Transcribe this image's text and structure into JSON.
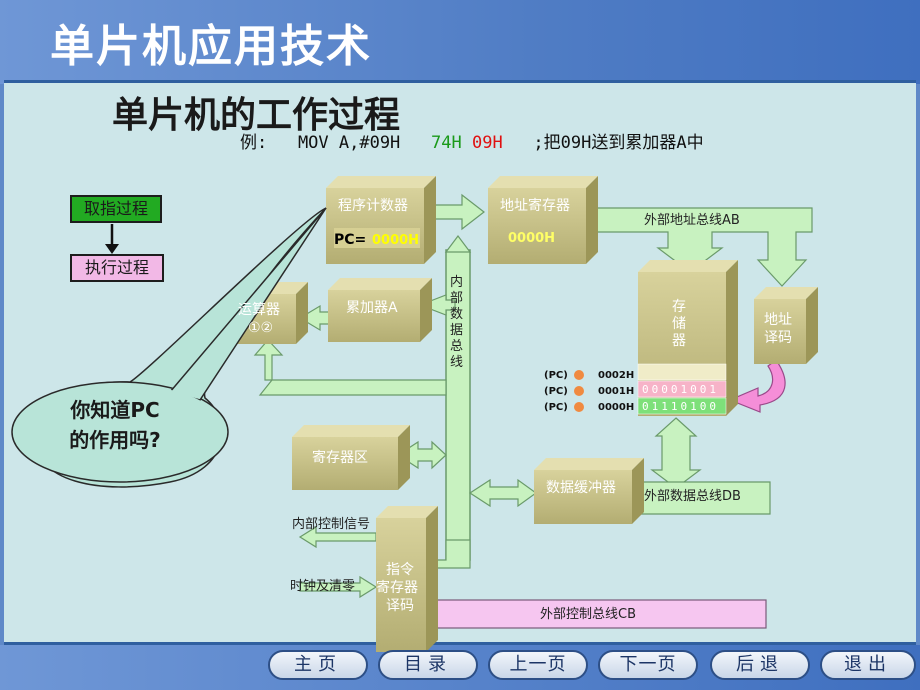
{
  "app": {
    "title": "单片机应用技术"
  },
  "slide": {
    "title": "单片机的工作过程",
    "example_prefix": "例:   MOV A,#09H   ",
    "example_op": "74H",
    "example_imm": "09H",
    "example_comment": "   ;把09H送到累加器A中"
  },
  "flow": {
    "fetch": "取指过程",
    "execute": "执行过程",
    "fetch_color": "#22aa22",
    "execute_color": "#f2b8e6"
  },
  "bubble": {
    "line1": "你知道PC",
    "line2": "的作用吗?"
  },
  "blocks": {
    "pc": "程序计数器",
    "pc_value": "PC=",
    "pc_value_fg": "0000H",
    "addr_reg": "地址寄存器",
    "addr_reg_value": "0000H",
    "alu_line1": "运算器",
    "alu_line2": "①②",
    "acc": "累加器A",
    "reg_area": "寄存器区",
    "data_buf": "数据缓冲器",
    "memory_chars": [
      "存",
      "储",
      "器"
    ],
    "addr_decode_chars": [
      "地址",
      "译码"
    ],
    "ir_chars": [
      "指令",
      "寄存器",
      "译码"
    ],
    "internal_bus_chars": [
      "内",
      "部",
      "数",
      "据",
      "总",
      "线"
    ]
  },
  "buses": {
    "addr_bus": "外部地址总线AB",
    "data_bus": "外部数据总线DB",
    "ctrl_bus": "外部控制总线CB",
    "internal_ctrl": "内部控制信号",
    "clock_reset": "时钟及清零"
  },
  "memory": {
    "rows": [
      {
        "ptr": "(PC)",
        "addr": "0002H",
        "bits": ""
      },
      {
        "ptr": "(PC)",
        "addr": "0001H",
        "bits": "00001001"
      },
      {
        "ptr": "(PC)",
        "addr": "0000H",
        "bits": "01110100"
      }
    ]
  },
  "nav": {
    "home": "主页",
    "contents": "目录",
    "prev": "上一页",
    "next": "下一页",
    "back": "后退",
    "exit": "退出"
  },
  "colors": {
    "header": "#4f7cc4",
    "panel": "#cde6e9",
    "block": "#c6c088",
    "bus_arrow": "#c8f2c0",
    "ctrl_bus": "#f6c6f0"
  }
}
